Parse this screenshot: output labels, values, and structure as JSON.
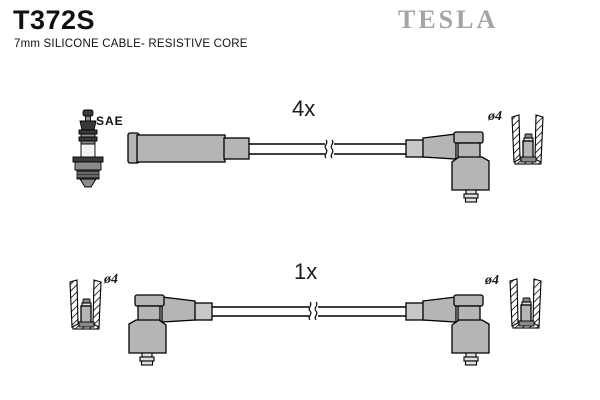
{
  "header": {
    "title": "T372S",
    "subtitle": "7mm SILICONE CABLE- RESISTIVE CORE",
    "brand": "TESLA"
  },
  "diagram": {
    "row_top": {
      "quantity_label": "4x",
      "spark_plug_label": "SAE",
      "terminal_diameter_label": "ø4"
    },
    "row_bottom": {
      "quantity_label": "1x",
      "terminal_diameter_label_left": "ø4",
      "terminal_diameter_label_right": "ø4"
    }
  },
  "icons": {
    "spark_plug": "spark-plug-icon",
    "straight_boot": "straight-plug-boot-icon",
    "angled_boot": "angled-plug-boot-icon",
    "wire_break": "wire-break-icon",
    "terminal_sleeve_section": "terminal-sleeve-cross-section-icon"
  },
  "colors": {
    "background": "#ffffff",
    "outline": "#000000",
    "boot_gray": "#b5b5b5",
    "segment_gray": "#c8c8c8",
    "terminal_gray": "#e0e0e0",
    "brand_gray": "#a5a5a5",
    "text_black": "#111111"
  }
}
